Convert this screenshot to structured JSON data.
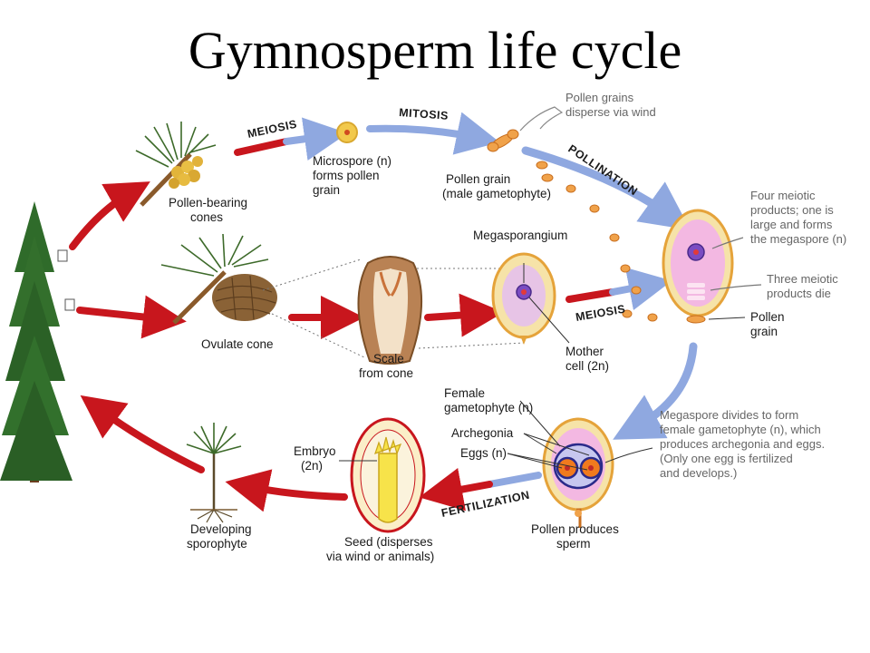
{
  "title": "Gymnosperm life cycle",
  "steps": {
    "meiosis_top": "MEIOSIS",
    "mitosis": "MITOSIS",
    "pollination": "POLLINATION",
    "meiosis_mid": "MEIOSIS",
    "fertilization": "FERTILIZATION"
  },
  "labels": {
    "pollen_cones": [
      "Pollen-bearing",
      "cones"
    ],
    "microspore": [
      "Microspore (n)",
      "forms pollen",
      "grain"
    ],
    "pollen_grain": [
      "Pollen grain",
      "(male gametophyte)"
    ],
    "disperse": [
      "Pollen grains",
      "disperse via wind"
    ],
    "four_meiotic": [
      "Four meiotic",
      "products; one is",
      "large and forms",
      "the megaspore (n)"
    ],
    "three_meiotic": [
      "Three meiotic",
      "products die"
    ],
    "pollen_grain_right": [
      "Pollen",
      "grain"
    ],
    "megasporangium": "Megasporangium",
    "ovulate_cone": "Ovulate cone",
    "scale": [
      "Scale",
      "from cone"
    ],
    "mother_cell": [
      "Mother",
      "cell (2n)"
    ],
    "female_gametophyte": [
      "Female",
      "gametophyte (n)"
    ],
    "archegonia": "Archegonia",
    "eggs": "Eggs (n)",
    "megaspore_divides": [
      "Megaspore divides to form",
      "female gametophyte (n), which",
      "produces archegonia and eggs.",
      "(Only one egg is fertilized",
      "and develops.)"
    ],
    "embryo": [
      "Embryo",
      "(2n)"
    ],
    "pollen_sperm": [
      "Pollen produces",
      "sperm"
    ],
    "seed": [
      "Seed (disperses",
      "via wind or animals)"
    ],
    "sporophyte": [
      "Developing",
      "sporophyte"
    ]
  },
  "colors": {
    "arrow_red": "#c8161d",
    "arrow_blue": "#8fa8e0",
    "ovule_pink": "#f3c9e6",
    "ovule_rim": "#e8a040",
    "tree_green": "#2f6b2a"
  }
}
